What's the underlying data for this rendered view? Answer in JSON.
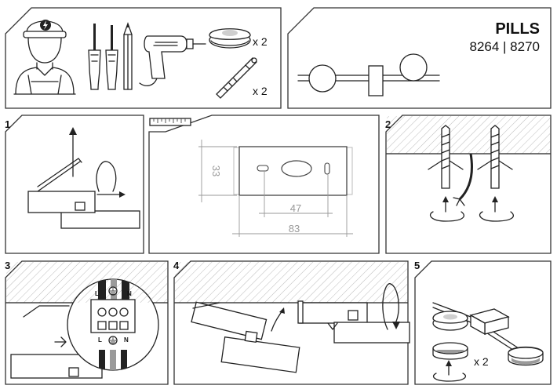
{
  "product": {
    "name": "PILLS",
    "codes": "8264 | 8270"
  },
  "tools": {
    "screws_qty": "x 2",
    "anchors_qty": "x 2"
  },
  "steps": {
    "s1": "1",
    "s2": "2",
    "s3": "3",
    "s4": "4",
    "s5": "5"
  },
  "dimensions": {
    "height": "33",
    "hole_spacing": "47",
    "length": "83"
  },
  "terminal": {
    "top_l": "L",
    "top_n": "N",
    "bottom_l": "L",
    "bottom_n": "N"
  },
  "step5": {
    "qty": "x 2"
  }
}
